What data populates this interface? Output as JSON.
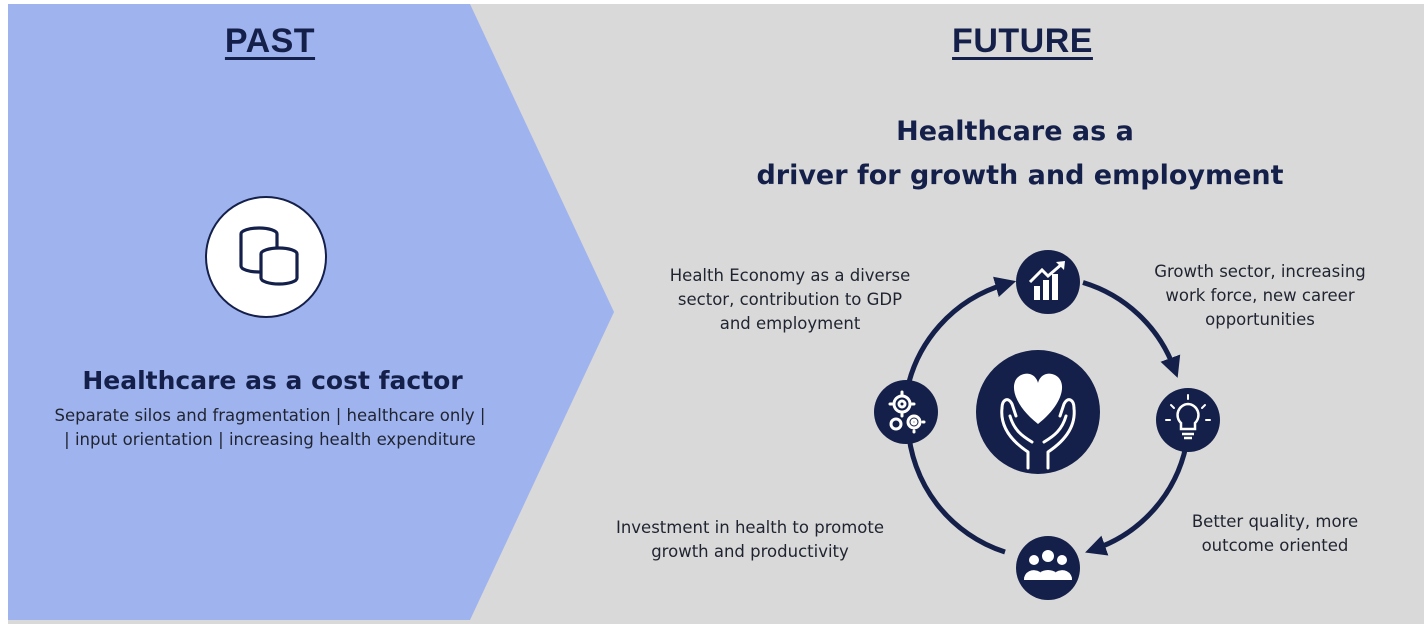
{
  "past": {
    "heading": "PAST",
    "title": "Healthcare as a cost factor",
    "description_line1": "Separate silos and fragmentation | healthcare only |",
    "description_line2": "| input orientation | increasing health expenditure",
    "icon": "coins-icon"
  },
  "future": {
    "heading": "FUTURE",
    "title_line1": "Healthcare as a",
    "title_line2": "driver for growth and employment",
    "center_icon": "heart-in-hands-icon",
    "cycle": [
      {
        "icon": "growth-chart-icon",
        "lines": [
          "Growth sector, increasing",
          "work force, new career",
          "opportunities"
        ]
      },
      {
        "icon": "lightbulb-icon",
        "lines": [
          "Better quality, more",
          "outcome oriented"
        ]
      },
      {
        "icon": "people-group-icon",
        "lines": [
          "Investment in health to promote",
          "growth and productivity"
        ]
      },
      {
        "icon": "gears-icon",
        "lines": [
          "Health Economy as a diverse",
          "sector, contribution to GDP",
          "and employment"
        ]
      }
    ]
  },
  "colors": {
    "past_background": "#9fb3ef",
    "future_background": "#d9d9d9",
    "navy": "#14204a"
  }
}
